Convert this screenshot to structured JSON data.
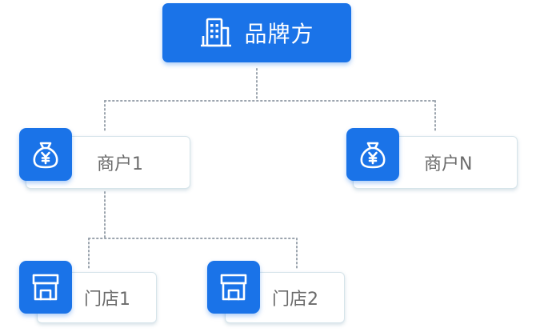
{
  "brand": {
    "label": "品牌方",
    "icon": "building-icon"
  },
  "merchants": [
    {
      "label": "商户1",
      "icon": "money-bag-yen-icon"
    },
    {
      "label": "商户N",
      "icon": "money-bag-yen-icon"
    }
  ],
  "stores": [
    {
      "label": "门店1",
      "icon": "storefront-icon"
    },
    {
      "label": "门店2",
      "icon": "storefront-icon"
    }
  ],
  "colors": {
    "accent": "#1a73e8",
    "card_border": "#d6e4ea",
    "label_text": "#6b6b6b",
    "connector": "#9aa3ad"
  }
}
